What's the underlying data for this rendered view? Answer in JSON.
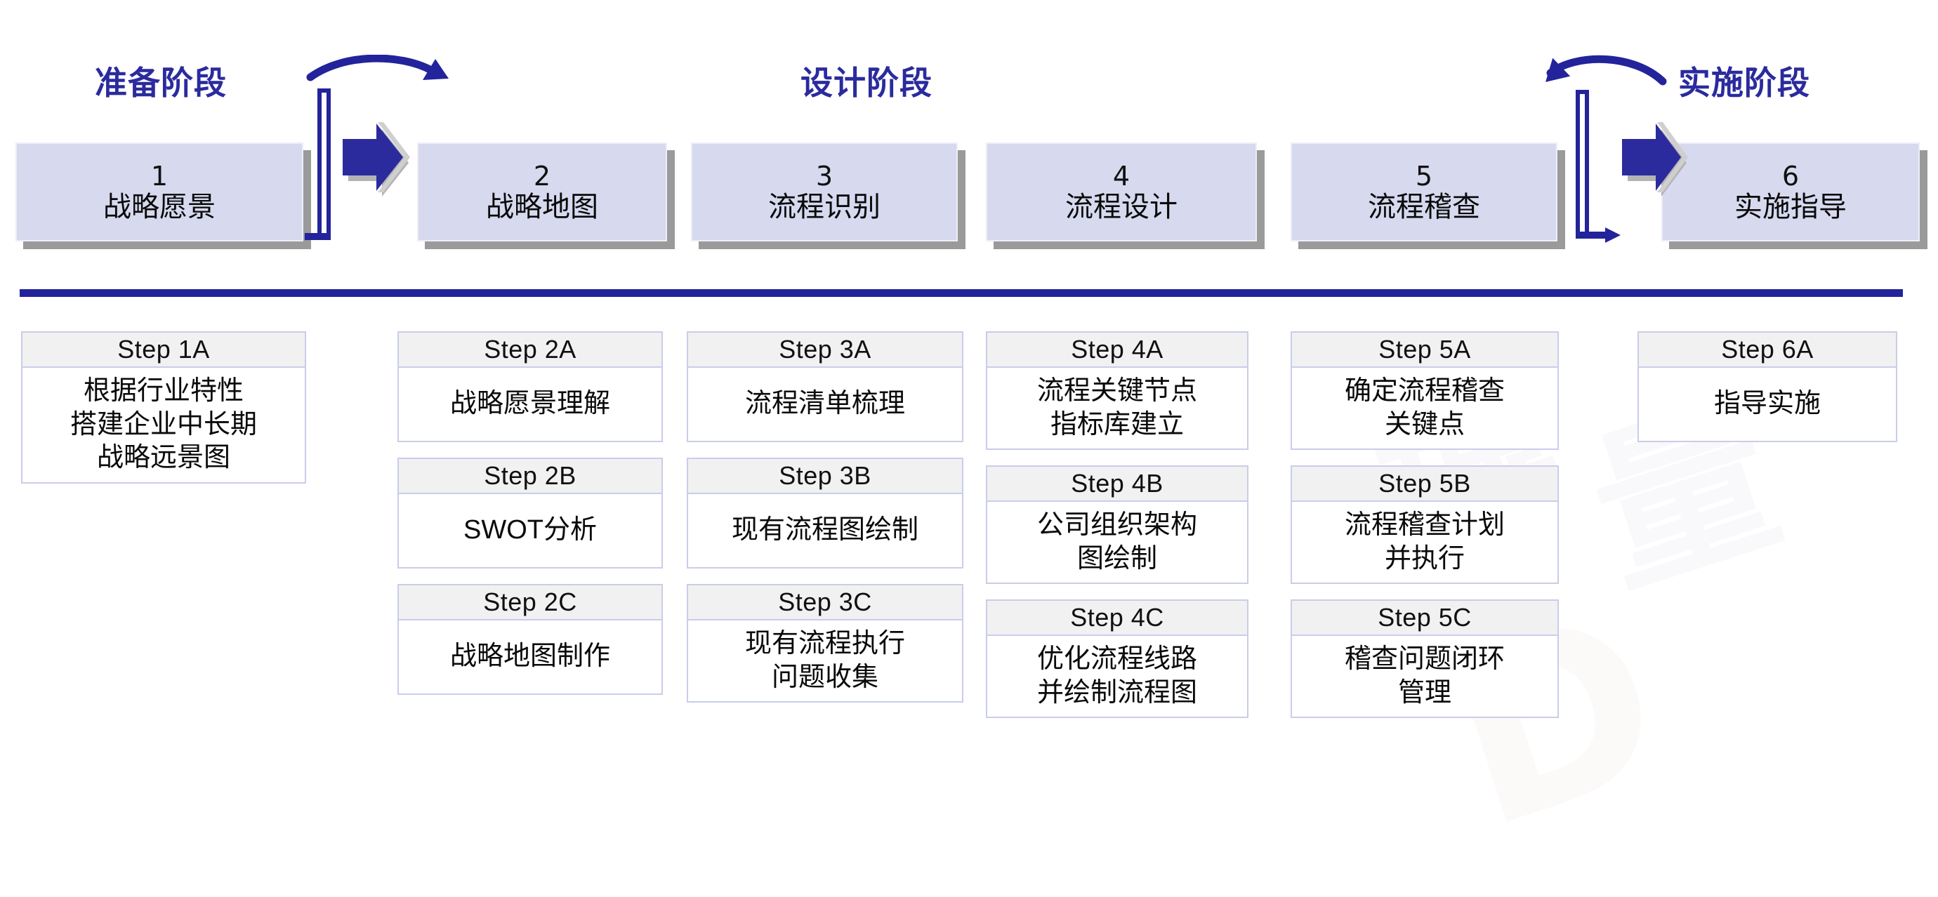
{
  "colors": {
    "accent_blue": "#23239b",
    "phase_label": "#2b2b9e",
    "stage_fill": "#d7d9ef",
    "card_header_fill": "#f1f1f1",
    "card_border": "#c9cde9",
    "shadow_gray": "#9a9a9a"
  },
  "phases": [
    {
      "label": "准备阶段"
    },
    {
      "label": "设计阶段"
    },
    {
      "label": "实施阶段"
    }
  ],
  "stages": [
    {
      "number": "1",
      "name": "战略愿景"
    },
    {
      "number": "2",
      "name": "战略地图"
    },
    {
      "number": "3",
      "name": "流程识别"
    },
    {
      "number": "4",
      "name": "流程设计"
    },
    {
      "number": "5",
      "name": "流程稽查"
    },
    {
      "number": "6",
      "name": "实施指导"
    }
  ],
  "connectors": [
    {
      "direction": "right",
      "curve": "forward-arrow"
    },
    {
      "direction": "left",
      "curve": "back-arrow"
    }
  ],
  "columns": [
    {
      "cards": [
        {
          "title": "Step 1A",
          "text": "根据行业特性\n搭建企业中长期\n战略远景图",
          "lines": 3
        }
      ]
    },
    {
      "cards": [
        {
          "title": "Step 2A",
          "text": "战略愿景理解",
          "lines": 1
        },
        {
          "title": "Step 2B",
          "text": "SWOT分析",
          "lines": 1
        },
        {
          "title": "Step 2C",
          "text": "战略地图制作",
          "lines": 1
        }
      ]
    },
    {
      "cards": [
        {
          "title": "Step 3A",
          "text": "流程清单梳理",
          "lines": 1
        },
        {
          "title": "Step 3B",
          "text": "现有流程图绘制",
          "lines": 1
        },
        {
          "title": "Step 3C",
          "text": "现有流程执行\n问题收集",
          "lines": 2
        }
      ]
    },
    {
      "cards": [
        {
          "title": "Step 4A",
          "text": "流程关键节点\n指标库建立",
          "lines": 2
        },
        {
          "title": "Step 4B",
          "text": "公司组织架构\n图绘制",
          "lines": 2
        },
        {
          "title": "Step 4C",
          "text": "优化流程线路\n并绘制流程图",
          "lines": 2
        }
      ]
    },
    {
      "cards": [
        {
          "title": "Step 5A",
          "text": "确定流程稽查\n关键点",
          "lines": 2
        },
        {
          "title": "Step 5B",
          "text": "流程稽查计划\n并执行",
          "lines": 2
        },
        {
          "title": "Step 5C",
          "text": "稽查问题闭环\n管理",
          "lines": 2
        }
      ]
    },
    {
      "cards": [
        {
          "title": "Step 6A",
          "text": "指导实施",
          "lines": 1
        }
      ]
    }
  ],
  "watermark": {
    "glyph_a": "博",
    "glyph_b": "量",
    "glyph_c": "D"
  }
}
